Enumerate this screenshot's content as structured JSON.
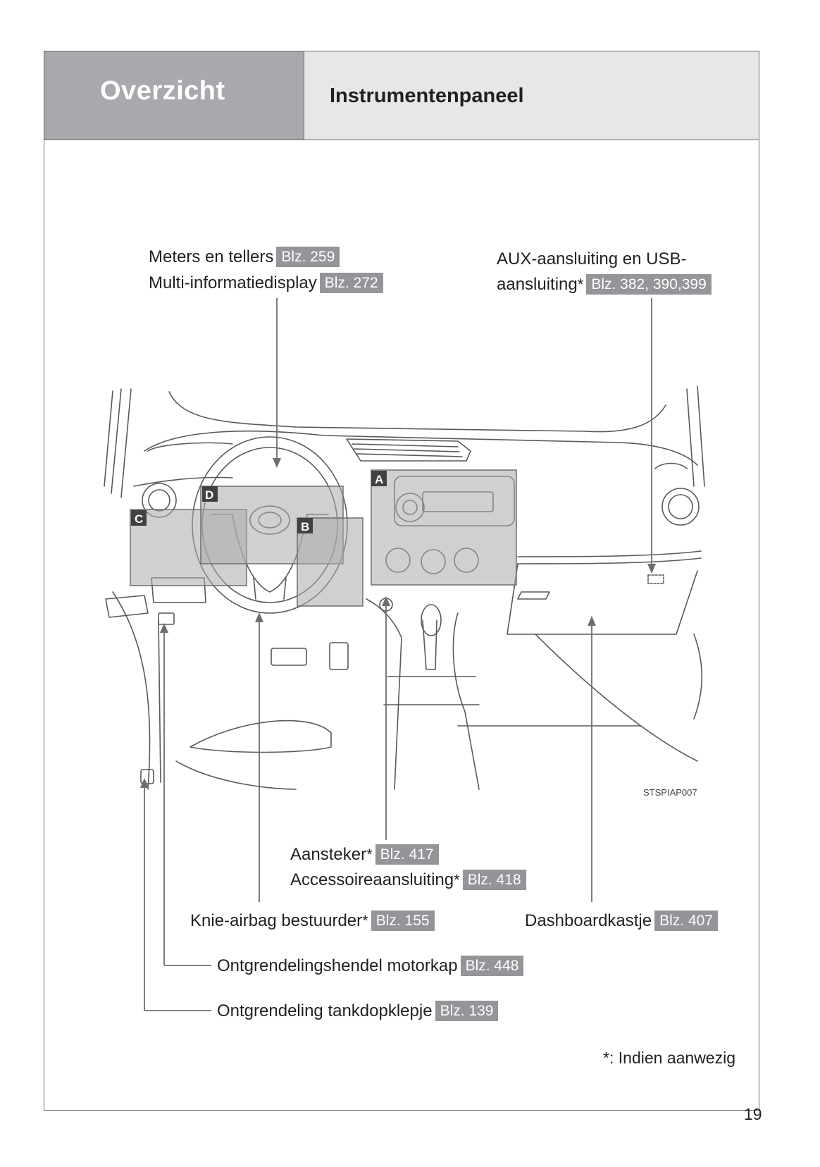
{
  "header": {
    "section": "Overzicht",
    "heading": "Instrumentenpaneel"
  },
  "labels": {
    "meters": {
      "text": "Meters en tellers",
      "ref": "Blz. 259"
    },
    "multi_info": {
      "text": "Multi-informatiedisplay",
      "ref": "Blz. 272"
    },
    "aux_line1": {
      "text": "AUX-aansluiting en USB-"
    },
    "aux_line2": {
      "text": "aansluiting",
      "star": "*",
      "ref": "Blz. 382, 390,399"
    },
    "aansteker": {
      "text": "Aansteker",
      "star": "*",
      "ref": "Blz. 417"
    },
    "accessoire": {
      "text": "Accessoireaansluiting",
      "star": "*",
      "ref": "Blz. 418"
    },
    "knie_airbag": {
      "text": "Knie-airbag bestuurder",
      "star": "*",
      "ref": "Blz. 155"
    },
    "dashboardkastje": {
      "text": "Dashboardkastje",
      "ref": "Blz. 407"
    },
    "motorkap": {
      "text": "Ontgrendelingshendel motorkap",
      "ref": "Blz. 448"
    },
    "tankdop": {
      "text": "Ontgrendeling tankdopklepje",
      "ref": "Blz. 139"
    }
  },
  "figure": {
    "code": "STSPIAP007",
    "badges": [
      "A",
      "B",
      "C",
      "D"
    ]
  },
  "footnote": {
    "star": "*",
    "text": ": Indien aanwezig"
  },
  "page_number": "19"
}
